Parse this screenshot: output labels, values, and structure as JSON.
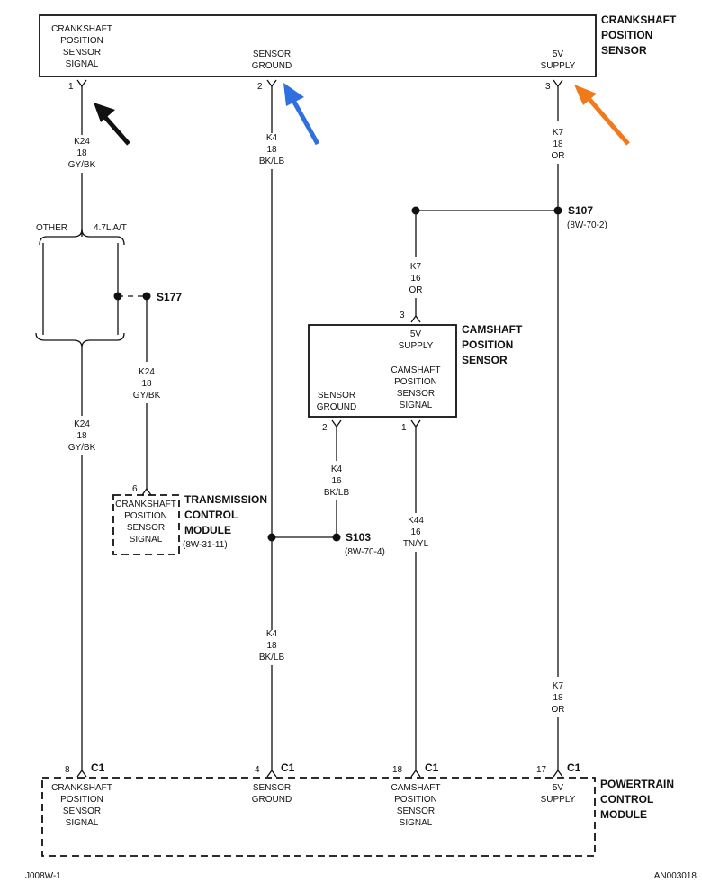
{
  "crank_sensor": {
    "title": [
      "CRANKSHAFT",
      "POSITION",
      "SENSOR"
    ],
    "pin1_label": [
      "CRANKSHAFT",
      "POSITION",
      "SENSOR",
      "SIGNAL"
    ],
    "pin2_label": [
      "SENSOR",
      "GROUND"
    ],
    "pin3_label": [
      "5V",
      "SUPPLY"
    ],
    "pins": [
      "1",
      "2",
      "3"
    ]
  },
  "cam_sensor": {
    "title": [
      "CAMSHAFT",
      "POSITION",
      "SENSOR"
    ],
    "supply_label": [
      "5V",
      "SUPPLY"
    ],
    "signal_label": [
      "CAMSHAFT",
      "POSITION",
      "SENSOR",
      "SIGNAL"
    ],
    "ground_label": [
      "SENSOR",
      "GROUND"
    ],
    "pins": [
      "3",
      "2",
      "1"
    ]
  },
  "tcm": {
    "title": [
      "TRANSMISSION",
      "CONTROL",
      "MODULE"
    ],
    "label": [
      "CRANKSHAFT",
      "POSITION",
      "SENSOR",
      "SIGNAL"
    ],
    "ref": "(8W-31-11)",
    "pin": "6"
  },
  "pcm": {
    "title": [
      "POWERTRAIN",
      "CONTROL",
      "MODULE"
    ],
    "connector": "C1",
    "pins": [
      "8",
      "4",
      "18",
      "17"
    ],
    "labels": [
      [
        "CRANKSHAFT",
        "POSITION",
        "SENSOR",
        "SIGNAL"
      ],
      [
        "SENSOR",
        "GROUND"
      ],
      [
        "CAMSHAFT",
        "POSITION",
        "SENSOR",
        "SIGNAL"
      ],
      [
        "5V",
        "SUPPLY"
      ]
    ]
  },
  "wires": {
    "k24_top": [
      "K24",
      "18",
      "GY/BK"
    ],
    "k24_tcm": [
      "K24",
      "18",
      "GY/BK"
    ],
    "k24_low": [
      "K24",
      "18",
      "GY/BK"
    ],
    "k4_top": [
      "K4",
      "18",
      "BK/LB"
    ],
    "k4_cam": [
      "K4",
      "16",
      "BK/LB"
    ],
    "k4_low": [
      "K4",
      "18",
      "BK/LB"
    ],
    "k7_top": [
      "K7",
      "18",
      "OR"
    ],
    "k7_cam": [
      "K7",
      "16",
      "OR"
    ],
    "k7_low": [
      "K7",
      "18",
      "OR"
    ],
    "k44": [
      "K44",
      "16",
      "TN/YL"
    ]
  },
  "splices": {
    "s107": "S107",
    "s107_ref": "(8W-70-2)",
    "s177": "S177",
    "s103": "S103",
    "s103_ref": "(8W-70-4)"
  },
  "options": {
    "left": "OTHER",
    "right": "4.7L A/T"
  },
  "footer": {
    "left": "J008W-1",
    "right": "AN003018"
  },
  "arrows": {
    "black": "#111111",
    "blue": "#2f6fe0",
    "orange": "#f07a1a"
  }
}
